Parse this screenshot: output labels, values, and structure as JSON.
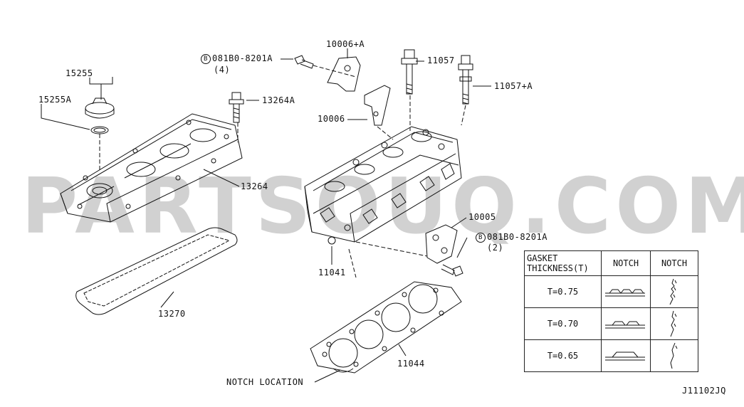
{
  "watermark": "PARTSOUQ.COM",
  "diagram_code": "J11102JQ",
  "parts": {
    "p15255": "15255",
    "p15255A": "15255A",
    "p13264A": "13264A",
    "p13264": "13264",
    "p13270": "13270",
    "p10006A": "10006+A",
    "p10006": "10006",
    "p11057": "11057",
    "p11057A": "11057+A",
    "p10005": "10005",
    "p11041": "11041",
    "p11044": "11044",
    "bolt_top": "081B0-8201A",
    "bolt_top_qty": "(4)",
    "bolt_right": "081B0-8201A",
    "bolt_right_qty": "(2)",
    "b_symbol": "B",
    "notch_location": "NOTCH LOCATION"
  },
  "table": {
    "header_col1_line1": "GASKET",
    "header_col1_line2": "THICKNESS(T)",
    "header_col2": "NOTCH",
    "header_col3": "NOTCH",
    "rows": [
      {
        "thickness": "T=0.75",
        "notches": 3
      },
      {
        "thickness": "T=0.70",
        "notches": 2
      },
      {
        "thickness": "T=0.65",
        "notches": 1
      }
    ]
  }
}
